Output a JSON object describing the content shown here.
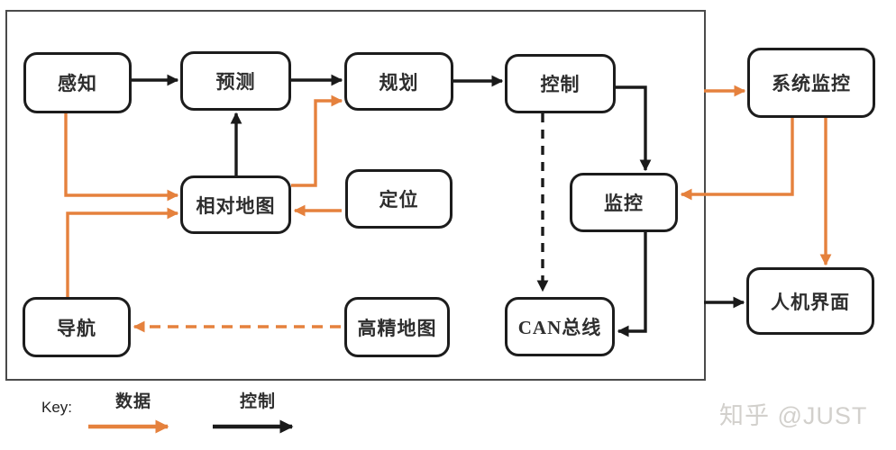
{
  "diagram": {
    "description": "Autonomous driving software architecture flow diagram",
    "nodes": {
      "perception": {
        "label": "感知"
      },
      "prediction": {
        "label": "预测"
      },
      "planning": {
        "label": "规划"
      },
      "control": {
        "label": "控制"
      },
      "relative_map": {
        "label": "相对地图"
      },
      "localization": {
        "label": "定位"
      },
      "monitor": {
        "label": "监控"
      },
      "navigation": {
        "label": "导航"
      },
      "hd_map": {
        "label": "高精地图"
      },
      "can_bus": {
        "label": "CAN总线"
      },
      "system_monitor": {
        "label": "系统监控"
      },
      "hmi": {
        "label": "人机界面"
      }
    },
    "edges": [
      {
        "from": "感知",
        "to": "预测",
        "type": "control",
        "style": "solid"
      },
      {
        "from": "预测",
        "to": "规划",
        "type": "control",
        "style": "solid"
      },
      {
        "from": "规划",
        "to": "控制",
        "type": "control",
        "style": "solid"
      },
      {
        "from": "相对地图",
        "to": "预测",
        "type": "control",
        "style": "solid"
      },
      {
        "from": "控制",
        "to": "监控",
        "type": "control",
        "style": "solid"
      },
      {
        "from": "监控",
        "to": "CAN总线",
        "type": "control",
        "style": "solid"
      },
      {
        "from": "控制",
        "to": "CAN总线",
        "type": "control",
        "style": "dashed"
      },
      {
        "from": "系统边界",
        "to": "人机界面",
        "type": "control",
        "style": "solid"
      },
      {
        "from": "感知",
        "to": "相对地图",
        "type": "data",
        "style": "solid"
      },
      {
        "from": "导航",
        "to": "相对地图",
        "type": "data",
        "style": "solid"
      },
      {
        "from": "定位",
        "to": "相对地图",
        "type": "data",
        "style": "solid"
      },
      {
        "from": "相对地图",
        "to": "规划",
        "type": "data",
        "style": "solid"
      },
      {
        "from": "系统边界",
        "to": "系统监控",
        "type": "data",
        "style": "solid"
      },
      {
        "from": "系统监控",
        "to": "监控",
        "type": "data",
        "style": "solid"
      },
      {
        "from": "系统监控",
        "to": "人机界面",
        "type": "data",
        "style": "solid"
      },
      {
        "from": "高精地图",
        "to": "导航",
        "type": "data",
        "style": "dashed"
      }
    ]
  },
  "legend": {
    "key_label": "Key:",
    "data_label": "数据",
    "control_label": "控制"
  },
  "watermark": {
    "text": "知乎 @JUST"
  },
  "colors": {
    "data_arrow": "#e5813d",
    "control_arrow": "#1a1a1a",
    "boundary": "#4a4a4a",
    "watermark": "#d2d0cc"
  }
}
